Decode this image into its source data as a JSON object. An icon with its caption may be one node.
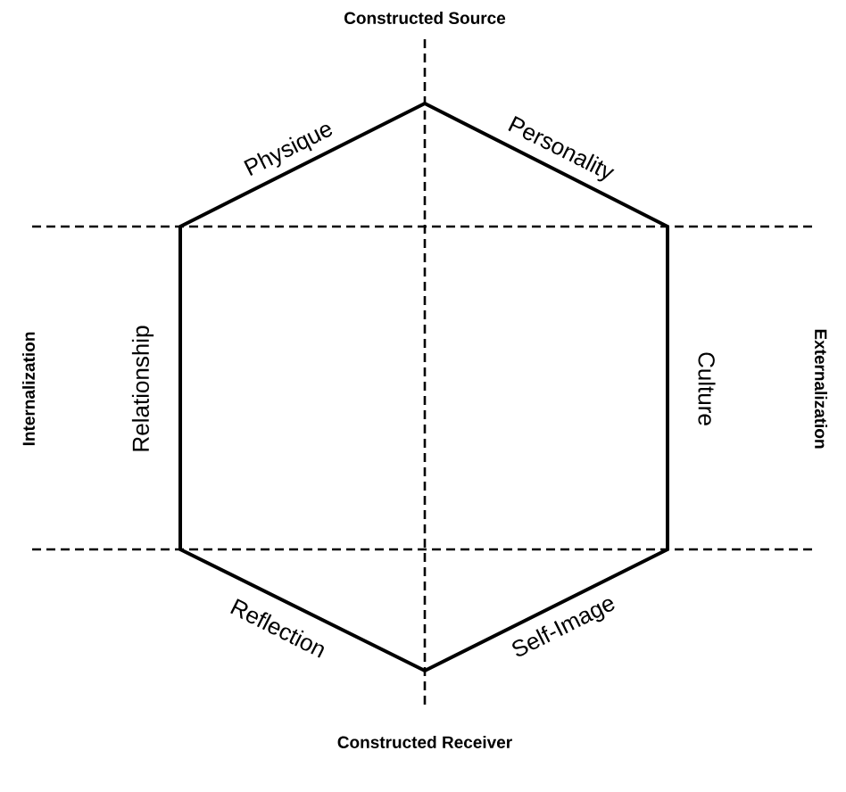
{
  "diagram": {
    "labels": [
      "Constructed Source",
      "Physique",
      "Personality",
      "Internalization",
      "Relationship",
      "Culture",
      "Externalization",
      "Reflection",
      "Self-Image",
      "Constructed Receiver"
    ]
  }
}
